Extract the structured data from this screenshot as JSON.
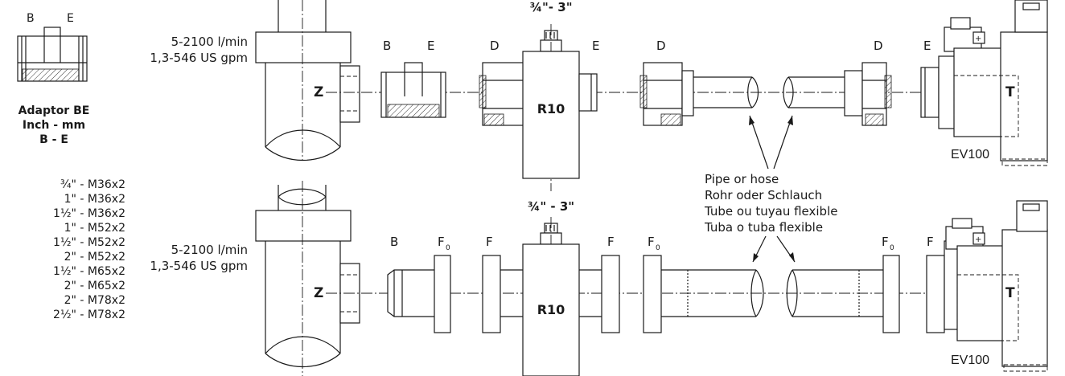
{
  "adaptor": {
    "header_b": "B",
    "header_e": "E",
    "title": "Adaptor BE",
    "subtitle": "Inch - mm",
    "cols": "B - E",
    "sizes": [
      "¾\" - M36x2",
      "1\" - M36x2",
      "1½\" - M36x2",
      "1\" - M52x2",
      "1½\" - M52x2",
      "2\" - M52x2",
      "1½\" - M65x2",
      "2\" - M65x2",
      "2\" - M78x2",
      "2½\" - M78x2"
    ]
  },
  "top_row": {
    "flow_lmin": "5-2100 l/min",
    "flow_gpm": "1,3-546 US gpm",
    "size_range": "¾\"- 3\"",
    "labels": {
      "z": "Z",
      "b": "B",
      "e1": "E",
      "d1": "D",
      "e2": "E",
      "d2": "D",
      "d3": "D",
      "e3": "E",
      "meter": "R10",
      "t": "T",
      "valve": "EV100"
    }
  },
  "bottom_row": {
    "flow_lmin": "5-2100 l/min",
    "flow_gpm": "1,3-546 US gpm",
    "size_range": "¾\" - 3\"",
    "labels": {
      "z": "Z",
      "b": "B",
      "f0a": "F",
      "f1": "F",
      "f2": "F",
      "f0b": "F",
      "f0c": "F",
      "f3": "F",
      "sub0": "0",
      "meter": "R10",
      "t": "T",
      "valve": "EV100"
    }
  },
  "pipe_note": [
    "Pipe or hose",
    "Rohr oder Schlauch",
    "Tube ou tuyau flexible",
    "Tuba o tuba flexible"
  ]
}
